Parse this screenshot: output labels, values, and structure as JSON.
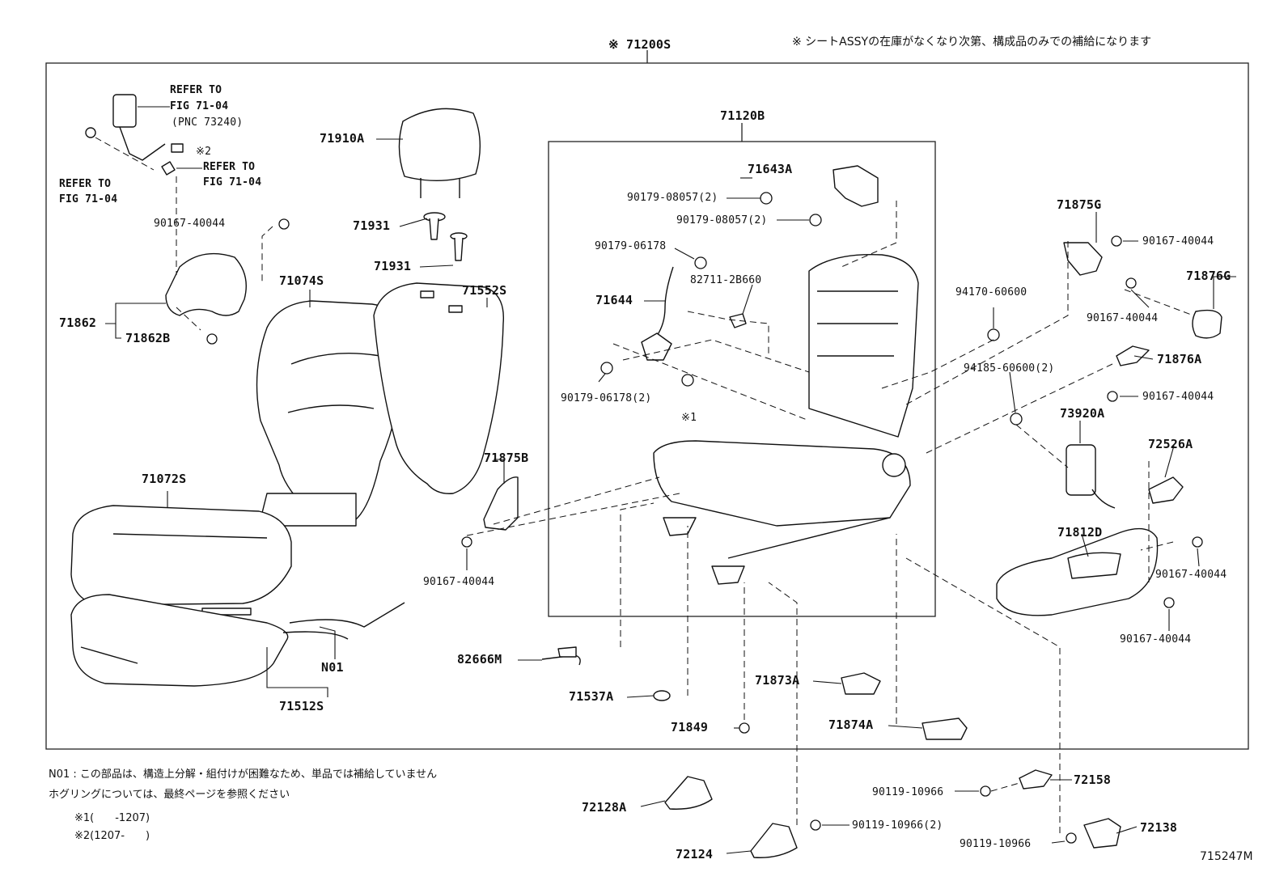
{
  "header": {
    "assembly": "※ 71200S",
    "supply_note": "※ シートASSYの在庫がなくなり次第、構成品のみでの補給になります"
  },
  "inner_box": {
    "title": "71120B"
  },
  "refs": {
    "belt": [
      "REFER TO",
      "FIG 71-04",
      "(PNC 73240)"
    ],
    "belt_mark": "※2",
    "anchor": [
      "REFER TO",
      "FIG 71-04"
    ],
    "cover": [
      "REFER TO",
      "FIG 71-04"
    ]
  },
  "labels": {
    "p71910A": "71910A",
    "p71931a": "71931",
    "p71931b": "71931",
    "p71074S": "71074S",
    "p71552S": "71552S",
    "p71862": "71862",
    "p71862B": "71862B",
    "p90167_1": "90167-40044",
    "p71072S": "71072S",
    "p71875B": "71875B",
    "p90167_2": "90167-40044",
    "pN01": "N01",
    "p71512S": "71512S",
    "p71643A": "71643A",
    "p90179_08057a": "90179-08057(2)",
    "p90179_08057b": "90179-08057(2)",
    "p90179_06178": "90179-06178",
    "p71644": "71644",
    "p82711": "82711-2B660",
    "p90179_06178b": "90179-06178(2)",
    "pMark1": "※1",
    "p71875G": "71875G",
    "p90167_3": "90167-40044",
    "p71876G": "71876G",
    "p90167_4": "90167-40044",
    "p94170": "94170-60600",
    "p71876A": "71876A",
    "p94185": "94185-60600(2)",
    "p90167_5": "90167-40044",
    "p73920A": "73920A",
    "p72526A": "72526A",
    "p71812D": "71812D",
    "p90167_6": "90167-40044",
    "p90167_7": "90167-40044",
    "p82666M": "82666M",
    "p71537A": "71537A",
    "p71849": "71849",
    "p71873A": "71873A",
    "p71874A": "71874A",
    "p72128A": "72128A",
    "p72124": "72124",
    "p90119_a": "90119-10966",
    "p72158": "72158",
    "p90119_b": "90119-10966(2)",
    "p90119_c": "90119-10966",
    "p72138": "72138"
  },
  "footnotes": {
    "n01": "N01 : この部品は、構造上分解・組付けが困難なため、単品では補給していません",
    "hog": "ホグリングについては、最終ページを参照ください",
    "m1": "※1(　　-1207)",
    "m2": "※2(1207-　　)"
  },
  "figure_id": "715247M"
}
